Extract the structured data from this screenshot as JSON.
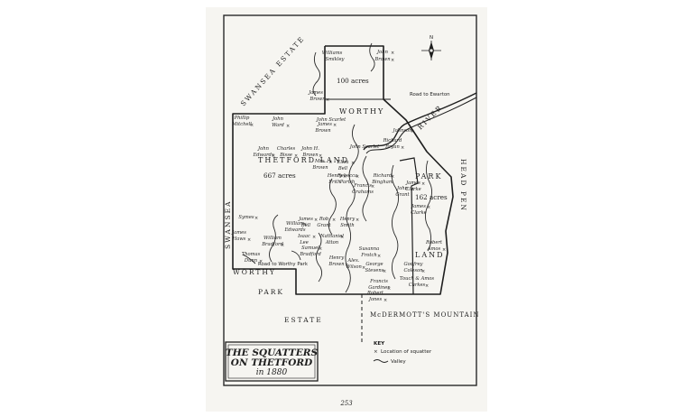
{
  "estates": {
    "swansea_top": "SWANSEA ESTATE",
    "swansea_left": "SWANSEA",
    "worthy_park_1": "WORTHY",
    "worthy_park_2": "PARK",
    "estate_bottom": "ESTATE",
    "mcdermott": "McDERMOTT'S MOUNTAIN",
    "head_pen": "HEAD PEN",
    "river": "RIVER"
  },
  "lands": {
    "worthy": "WORTHY",
    "thetford_land": "THETFORD  LAND",
    "park": "PARK",
    "land": "LAND"
  },
  "acreages": {
    "worthy_block": "100 acres",
    "thetford": "667 acres",
    "park_land": "162 acres"
  },
  "roads": {
    "ewarton": "Road to Ewarton",
    "worthy_park": "Road to Worthy Park"
  },
  "squatters": [
    "Williams",
    "John",
    "Smikley",
    "Brown",
    "James",
    "Brown",
    "Phillip",
    "Mitchell",
    "John",
    "Ward",
    "John Scarlet",
    "James",
    "Brown",
    "Johnson",
    "Richard",
    "Bryan",
    "John",
    "Edwards",
    "Charles",
    "Bisse",
    "John H.",
    "Brown",
    "John Scarlet",
    "Mrs.",
    "Brown",
    "Eliza",
    "Bell",
    "Henry",
    "Frith",
    "Rebecca",
    "Parish",
    "Richard",
    "Bingham",
    "Francis",
    "Grahams",
    "James",
    "Clarke",
    "John",
    "Grant",
    "James",
    "Bell",
    "Rob",
    "Grant",
    "Henry",
    "Smith",
    "Nathaniel",
    "Atton",
    "James",
    "Clarke",
    "William",
    "Edwards",
    "Isaac",
    "Lee",
    "Samuel",
    "Bradford",
    "Symes",
    "James",
    "Haws",
    "William",
    "Bradford",
    "Thomas",
    "Dunn",
    "Henry",
    "Brown",
    "Susanna",
    "Frotch",
    "Alex.",
    "Wilson",
    "George",
    "Stevens",
    "Robert",
    "Amos",
    "Godfrey",
    "Coleson",
    "Francis",
    "Gardiner",
    "Robert",
    "Jones",
    "Touch & Amos",
    "Carkes"
  ],
  "title": {
    "line1": "THE SQUATTERS",
    "line2": "ON THETFORD",
    "line3": "in 1880"
  },
  "key": {
    "heading": "KEY",
    "location": "Location of squatter",
    "valley": "Valley"
  },
  "compass": "N",
  "page_number": "253"
}
